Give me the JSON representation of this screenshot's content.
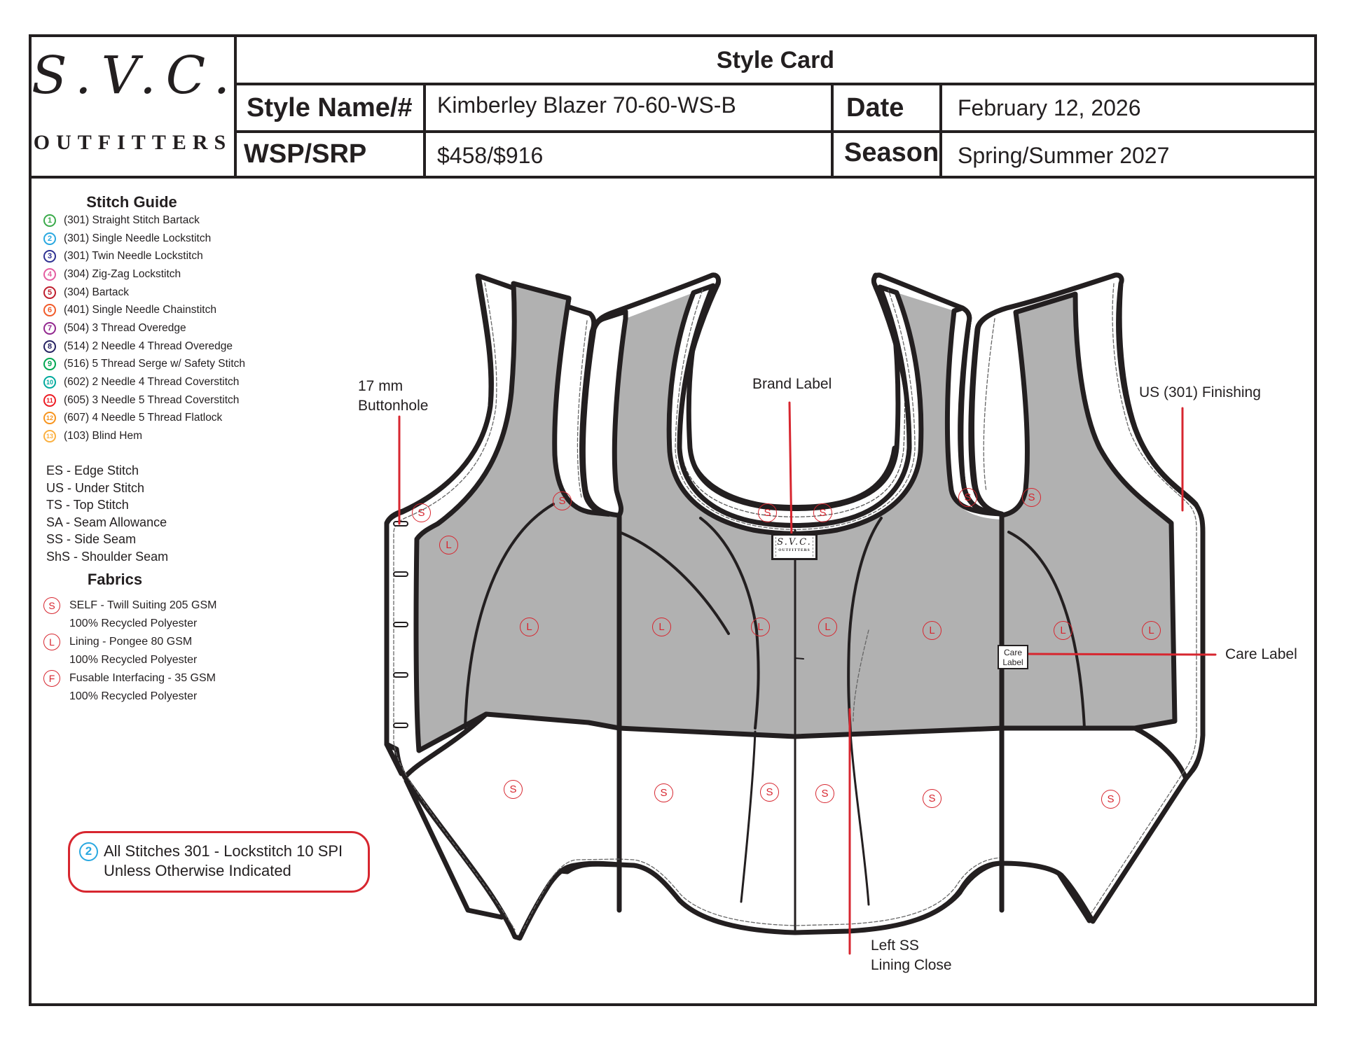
{
  "header": {
    "logo_script": "S.V.C.",
    "logo_wordmark": "OUTFITTERS",
    "title": "Style Card",
    "style_name_label": "Style Name/#",
    "style_name_value": "Kimberley Blazer 70-60-WS-B",
    "date_label": "Date",
    "date_value": "February 12, 2026",
    "price_label": "WSP/SRP",
    "price_value": "$458/$916",
    "season_label": "Season",
    "season_value": "Spring/Summer 2027"
  },
  "stitch_guide": {
    "title": "Stitch Guide",
    "items": [
      {
        "num": "1",
        "label": "(301) Straight Stitch Bartack",
        "color": "#3aaa4a"
      },
      {
        "num": "2",
        "label": "(301) Single Needle Lockstitch",
        "color": "#29a8e0"
      },
      {
        "num": "3",
        "label": "(301) Twin Needle Lockstitch",
        "color": "#2e3192"
      },
      {
        "num": "4",
        "label": "(304) Zig-Zag Lockstitch",
        "color": "#e45ca0"
      },
      {
        "num": "5",
        "label": "(304) Bartack",
        "color": "#be1e2d"
      },
      {
        "num": "6",
        "label": "(401) Single Needle Chainstitch",
        "color": "#f15a29"
      },
      {
        "num": "7",
        "label": "(504) 3 Thread Overedge",
        "color": "#92278f"
      },
      {
        "num": "8",
        "label": "(514) 2 Needle 4 Thread Overedge",
        "color": "#262262"
      },
      {
        "num": "9",
        "label": "(516) 5 Thread Serge w/ Safety Stitch",
        "color": "#00a651"
      },
      {
        "num": "10",
        "label": "(602) 2 Needle 4 Thread Coverstitch",
        "color": "#00a99d"
      },
      {
        "num": "11",
        "label": "(605) 3 Needle 5 Thread Coverstitch",
        "color": "#ed1c24"
      },
      {
        "num": "12",
        "label": "(607) 4 Needle 5 Thread Flatlock",
        "color": "#f7941d"
      },
      {
        "num": "13",
        "label": "(103) Blind Hem",
        "color": "#fbb040"
      }
    ]
  },
  "abbreviations": [
    "ES - Edge Stitch",
    "US - Under Stitch",
    "TS - Top Stitch",
    "SA - Seam Allowance",
    "SS - Side Seam",
    "ShS - Shoulder Seam"
  ],
  "fabrics": {
    "title": "Fabrics",
    "items": [
      {
        "code": "S",
        "label": "SELF - Twill Suiting 205 GSM",
        "content": "100% Recycled Polyester"
      },
      {
        "code": "L",
        "label": "Lining - Pongee 80 GSM",
        "content": "100% Recycled Polyester"
      },
      {
        "code": "F",
        "label": "Fusable Interfacing - 35 GSM",
        "content": "100% Recycled Polyester"
      }
    ]
  },
  "note": {
    "stitch_num": "2",
    "line1": "All Stitches 301 - Lockstitch 10 SPI",
    "line2": "Unless Otherwise Indicated"
  },
  "callouts": {
    "buttonhole_l1": "17 mm",
    "buttonhole_l2": "Buttonhole",
    "brand_label": "Brand Label",
    "finishing": "US (301) Finishing",
    "care_label": "Care Label",
    "care_box_l1": "Care",
    "care_box_l2": "Label",
    "side_seam_l1": "Left SS",
    "side_seam_l2": "Lining Close"
  },
  "fabric_marks": {
    "self": "S",
    "lining": "L"
  },
  "colors": {
    "ink": "#231f20",
    "accent_red": "#d7262f",
    "lining_gray": "#b1b1b1"
  }
}
